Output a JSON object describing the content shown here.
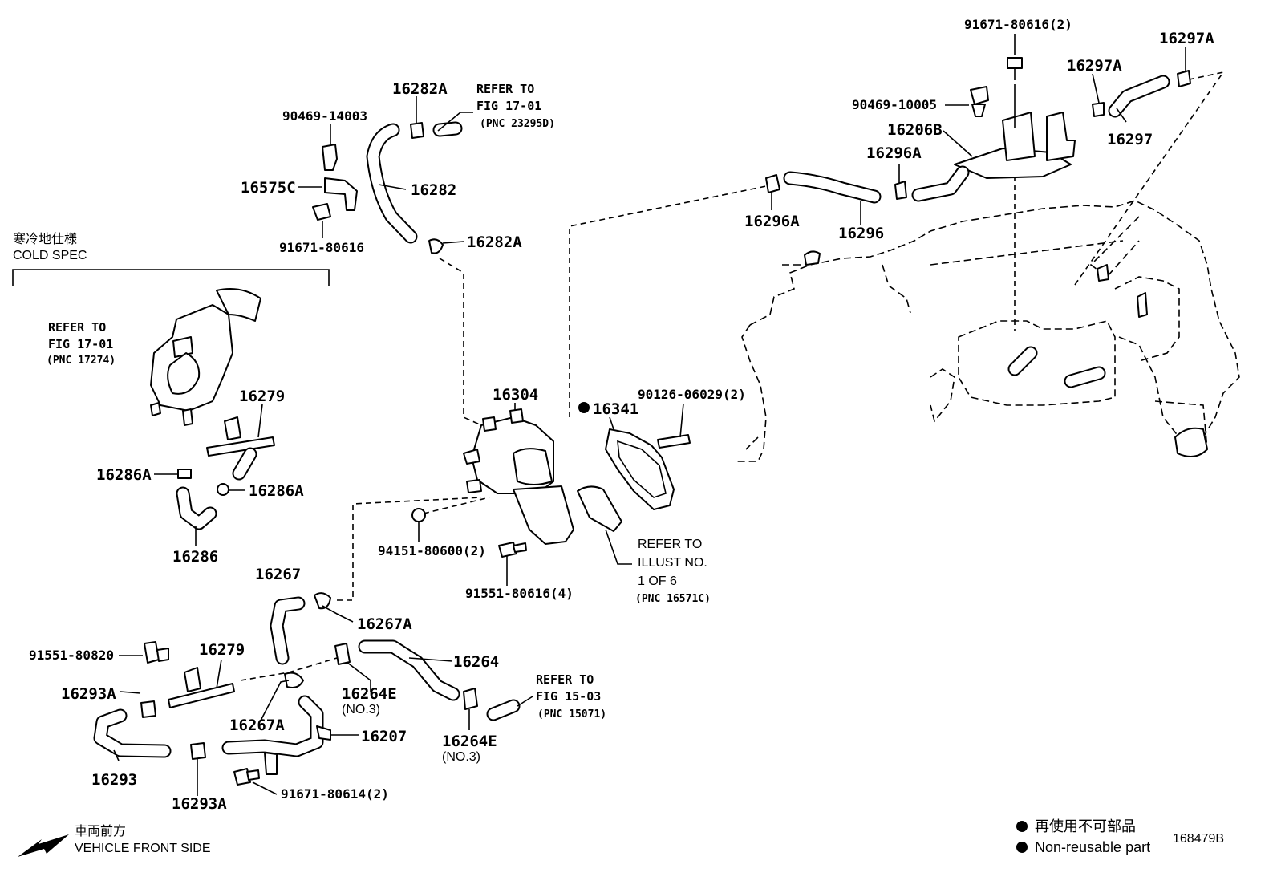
{
  "diagram_id": "168479B",
  "section": {
    "jp": "寒冷地仕様",
    "en": "COLD SPEC"
  },
  "parts": {
    "p91671_80616_2": "91671-80616(2)",
    "p16297A_a": "16297A",
    "p16297A_b": "16297A",
    "p90469_10005": "90469-10005",
    "p16206B": "16206B",
    "p16296A_a": "16296A",
    "p16297": "16297",
    "p16296A_b": "16296A",
    "p16296": "16296",
    "p16282A_a": "16282A",
    "p90469_14003": "90469-14003",
    "p16282": "16282",
    "p16575C": "16575C",
    "p91671_80616": "91671-80616",
    "p16282A_b": "16282A",
    "p16279_a": "16279",
    "p16286A_a": "16286A",
    "p16286A_b": "16286A",
    "p16286": "16286",
    "p16304": "16304",
    "p16341": "16341",
    "p90126_06029_2": "90126-06029(2)",
    "p94151_80600_2": "94151-80600(2)",
    "p91551_80616_4": "91551-80616(4)",
    "p16267": "16267",
    "p16267A_a": "16267A",
    "p91551_80820": "91551-80820",
    "p16279_b": "16279",
    "p16264": "16264",
    "p16293A_a": "16293A",
    "p16264E_a": "16264E",
    "p16264E_a_note": "(NO.3)",
    "p16267A_b": "16267A",
    "p16207": "16207",
    "p16264E_b": "16264E",
    "p16264E_b_note": "(NO.3)",
    "p16293": "16293",
    "p16293A_b": "16293A",
    "p91671_80614_2": "91671-80614(2)"
  },
  "references": {
    "ref1": {
      "l1": "REFER TO",
      "l2": "FIG 17-01",
      "l3": "(PNC 23295D)"
    },
    "ref2": {
      "l1": "REFER TO",
      "l2": "FIG 17-01",
      "l3": "(PNC 17274)"
    },
    "ref3": {
      "l1": "REFER TO",
      "l2": "ILLUST NO.",
      "l3": "1 OF 6",
      "l4": "(PNC 16571C)"
    },
    "ref4": {
      "l1": "REFER TO",
      "l2": "FIG 15-03",
      "l3": "(PNC 15071)"
    }
  },
  "legend": {
    "jp": "再使用不可部品",
    "en": "Non-reusable part",
    "symbol": "filled-circle"
  },
  "direction": {
    "jp": "車両前方",
    "en": "VEHICLE FRONT SIDE"
  }
}
